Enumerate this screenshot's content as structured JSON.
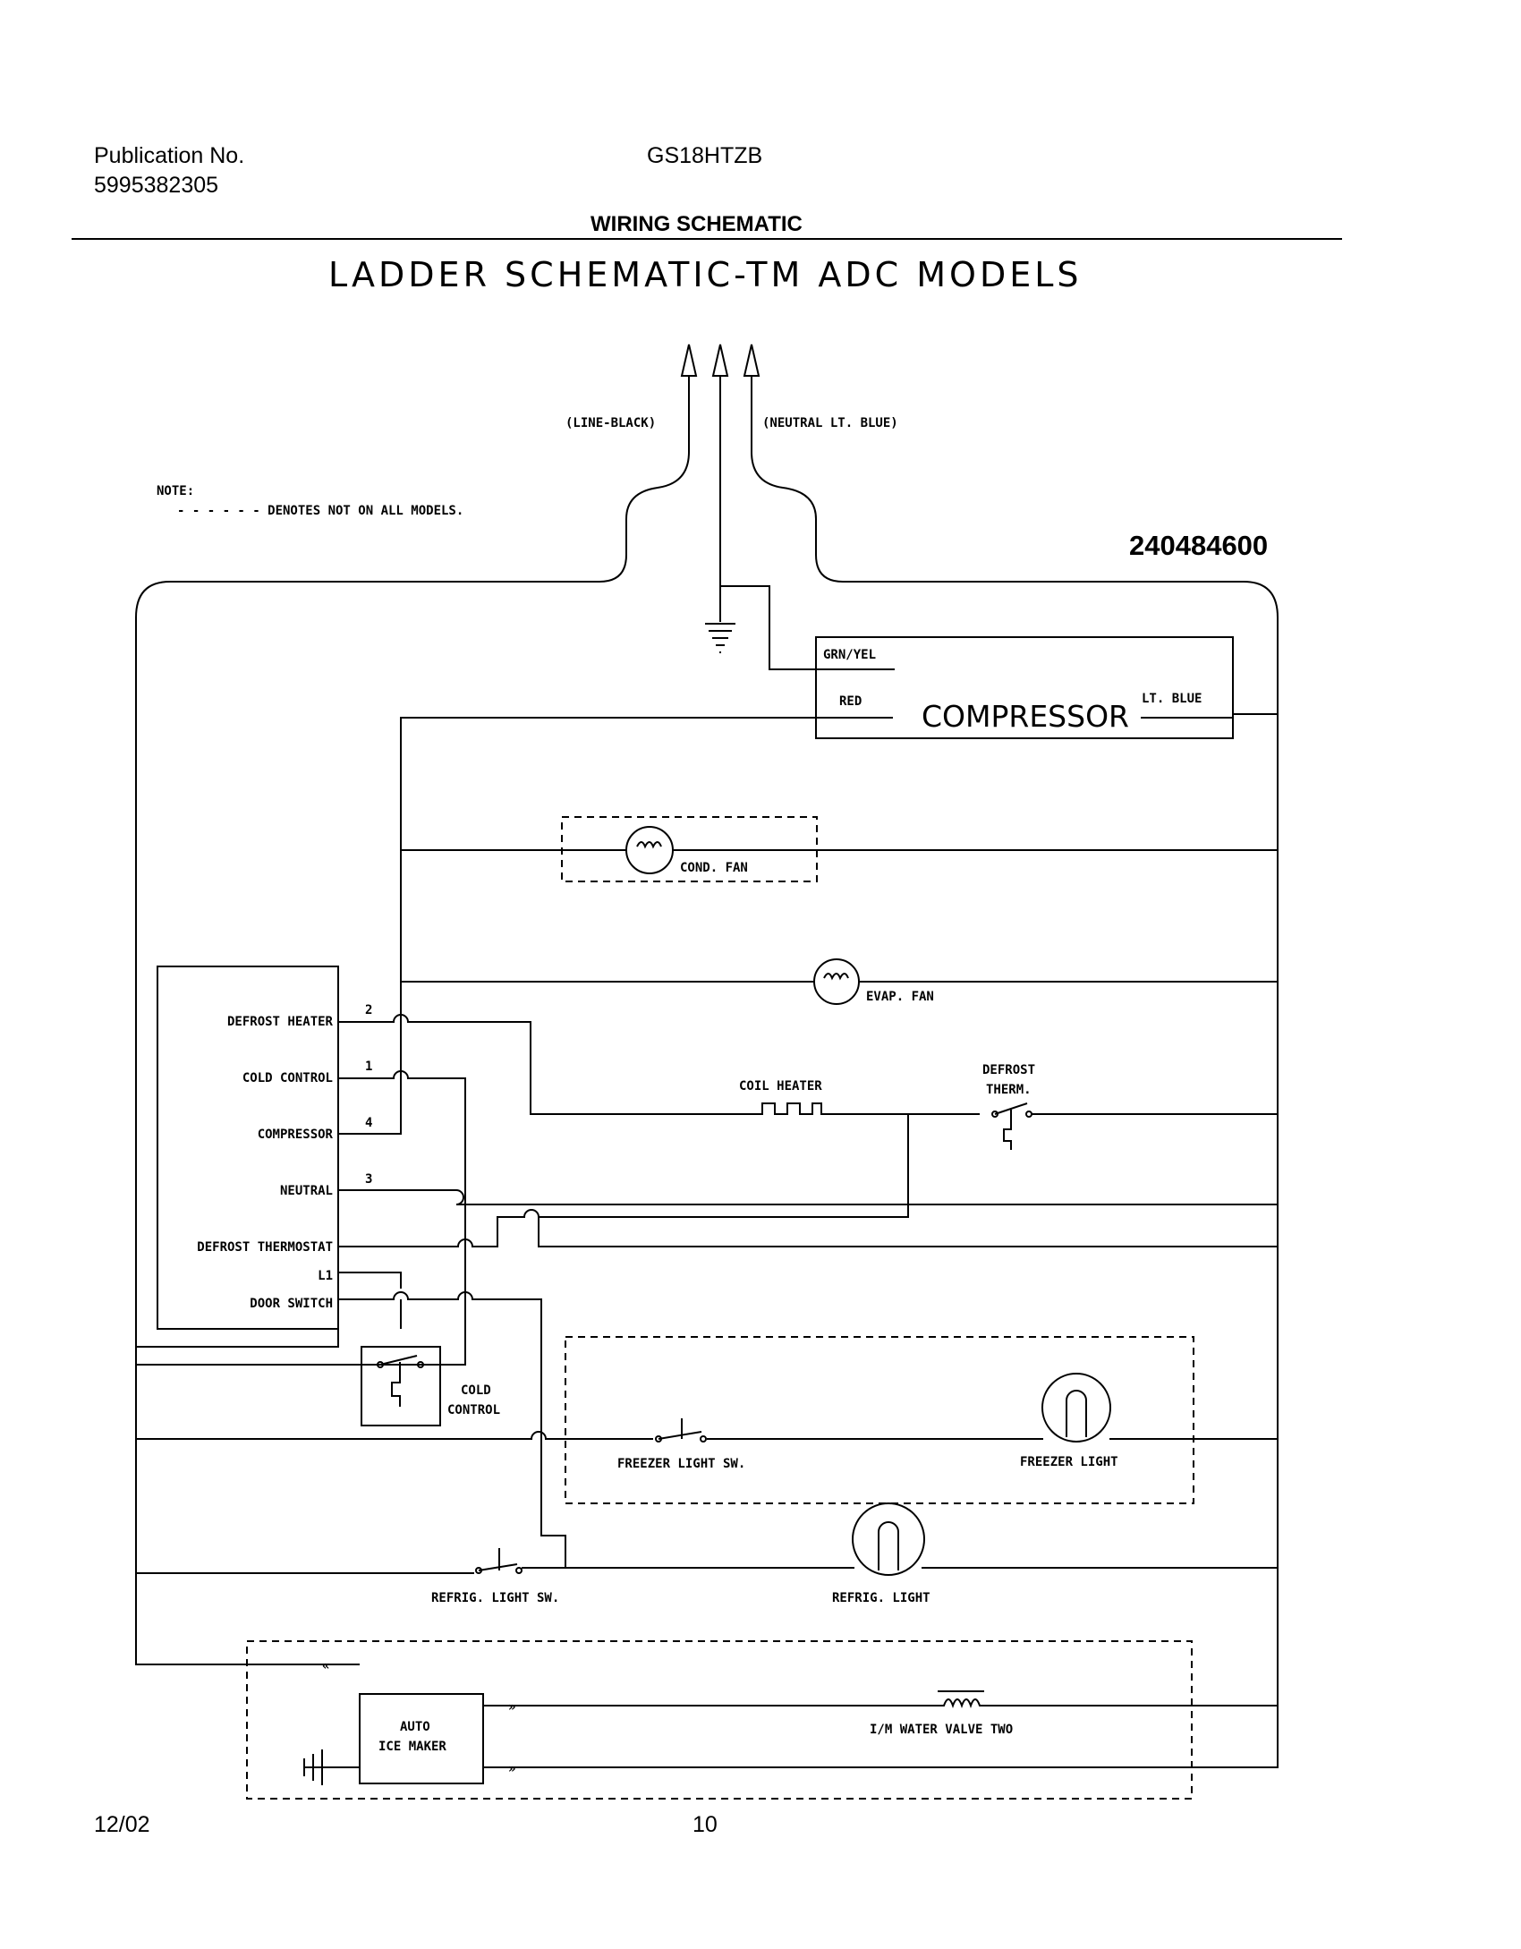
{
  "header": {
    "publication_label": "Publication No.",
    "publication_number": "5995382305",
    "model": "GS18HTZB",
    "section_title": "WIRING SCHEMATIC"
  },
  "diagram": {
    "title": "LADDER SCHEMATIC-TM ADC MODELS",
    "part_number": "240484600",
    "note_label": "NOTE:",
    "note_text": "- - - - - - DENOTES NOT ON ALL MODELS.",
    "line_black": "(LINE-BLACK)",
    "neutral": "(NEUTRAL LT. BLUE)",
    "compressor": {
      "name": "COMPRESSOR",
      "grn_yel": "GRN/YEL",
      "red": "RED",
      "lt_blue": "LT. BLUE"
    },
    "cond_fan": "COND. FAN",
    "evap_fan": "EVAP. FAN",
    "control_board": {
      "rows": [
        {
          "label": "DEFROST HEATER",
          "pin": "2"
        },
        {
          "label": "COLD CONTROL",
          "pin": "1"
        },
        {
          "label": "COMPRESSOR",
          "pin": "4"
        },
        {
          "label": "NEUTRAL",
          "pin": "3"
        },
        {
          "label": "DEFROST THERMOSTAT",
          "pin": ""
        },
        {
          "label": "L1",
          "pin": ""
        },
        {
          "label": "DOOR SWITCH",
          "pin": ""
        }
      ]
    },
    "coil_heater": "COIL HEATER",
    "defrost_therm_line1": "DEFROST",
    "defrost_therm_line2": "THERM.",
    "cold_control_line1": "COLD",
    "cold_control_line2": "CONTROL",
    "freezer_light_sw": "FREEZER LIGHT SW.",
    "freezer_light": "FREEZER LIGHT",
    "refrig_light_sw": "REFRIG. LIGHT SW.",
    "refrig_light": "REFRIG. LIGHT",
    "ice_maker_line1": "AUTO",
    "ice_maker_line2": "ICE MAKER",
    "water_valve": "I/M WATER VALVE TWO"
  },
  "footer": {
    "date": "12/02",
    "page": "10"
  }
}
